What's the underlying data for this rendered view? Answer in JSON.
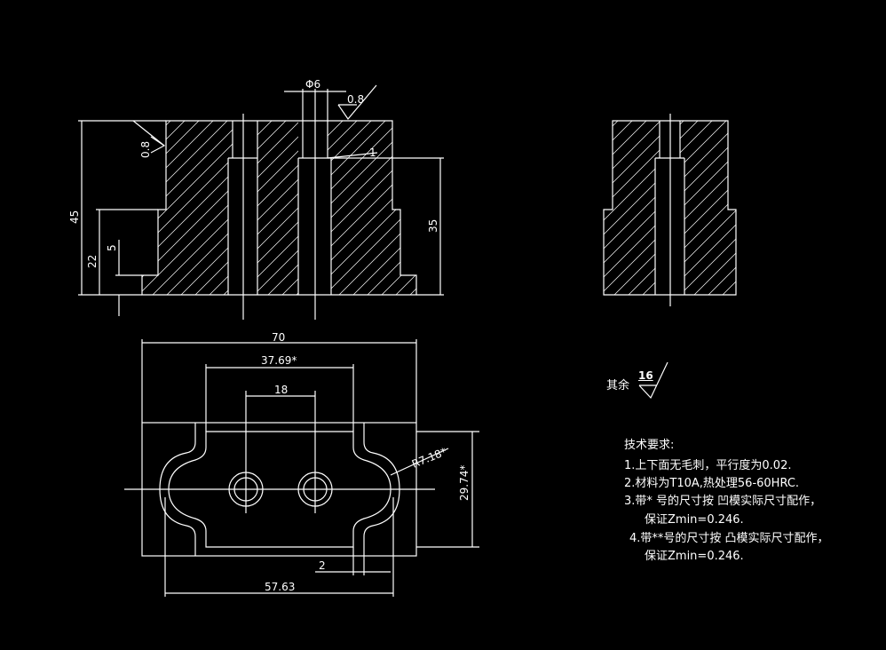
{
  "dimensions": {
    "phi6": "Φ6",
    "rough_top": "0.8",
    "rough_left": "0.8",
    "one": "1",
    "h45": "45",
    "h35": "35",
    "h22": "22",
    "h5": "5",
    "w70": "70",
    "w3769": "37.69*",
    "w18": "18",
    "r718": "R7.18*",
    "h2974": "29.74*",
    "w2": "2",
    "w5763": "57.63"
  },
  "roughness_note": {
    "prefix": "其余",
    "value": "16"
  },
  "tech_requirements": {
    "title": "技术要求:",
    "items": [
      "1.上下面无毛刺，平行度为0.02.",
      "2.材料为T10A,热处理56-60HRC.",
      "3.带* 号的尺寸按 凹模实际尺寸配作，",
      "保证Zmin=0.246.",
      "4.带**号的尺寸按 凸模实际尺寸配作，",
      "保证Zmin=0.246."
    ]
  }
}
